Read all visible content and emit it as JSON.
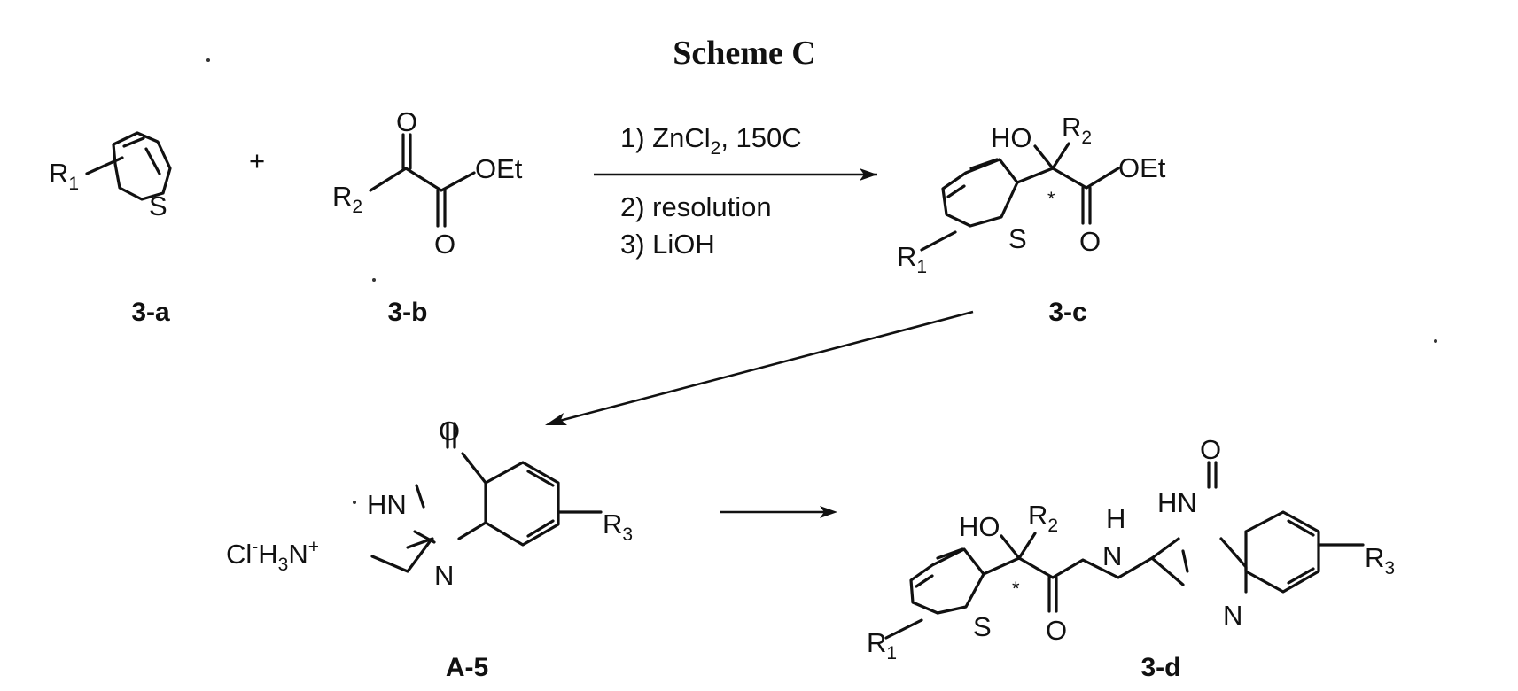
{
  "title": "Scheme C",
  "plus": "+",
  "atoms": {
    "R1": "R",
    "sub1": "1",
    "R2": "R",
    "sub2": "2",
    "R3": "R",
    "sub3": "3",
    "S": "S",
    "O": "O",
    "OEt": "OEt",
    "HO": "HO",
    "HN": "HN",
    "H": "H",
    "N": "N",
    "ClH3N": "Cl",
    "minus": "-",
    "H3": "H",
    "three": "3",
    "Nplus": "N",
    "plus": "+"
  },
  "reagents": {
    "step1_a": "1) ZnCl",
    "step1_sub": "2",
    "step1_b": ", 150C",
    "step2": "2) resolution",
    "step3": "3) LiOH"
  },
  "stereo_mark": "*",
  "compounds": {
    "c3a": "3-a",
    "c3b": "3-b",
    "c3c": "3-c",
    "a5": "A-5",
    "c3d": "3-d"
  }
}
